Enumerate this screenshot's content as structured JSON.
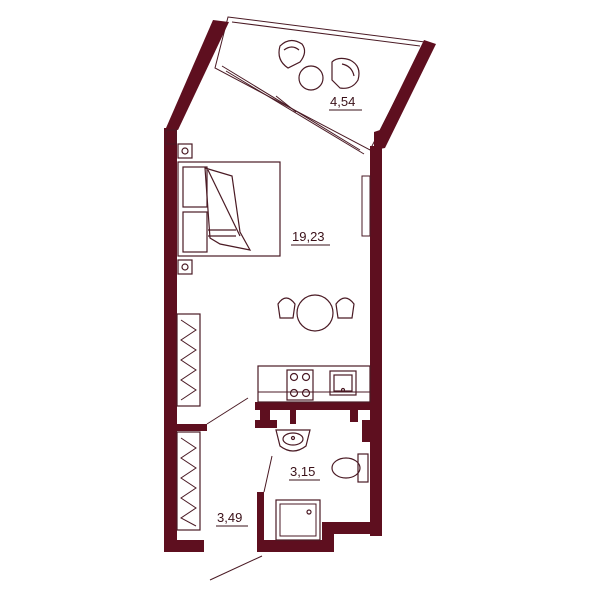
{
  "colors": {
    "wall": "#5e0f1f",
    "line": "#4a1a24"
  },
  "rooms": {
    "balcony": {
      "area": "4,54"
    },
    "living": {
      "area": "19,23"
    },
    "bathroom": {
      "area": "3,15"
    },
    "hall": {
      "area": "3,49"
    }
  }
}
